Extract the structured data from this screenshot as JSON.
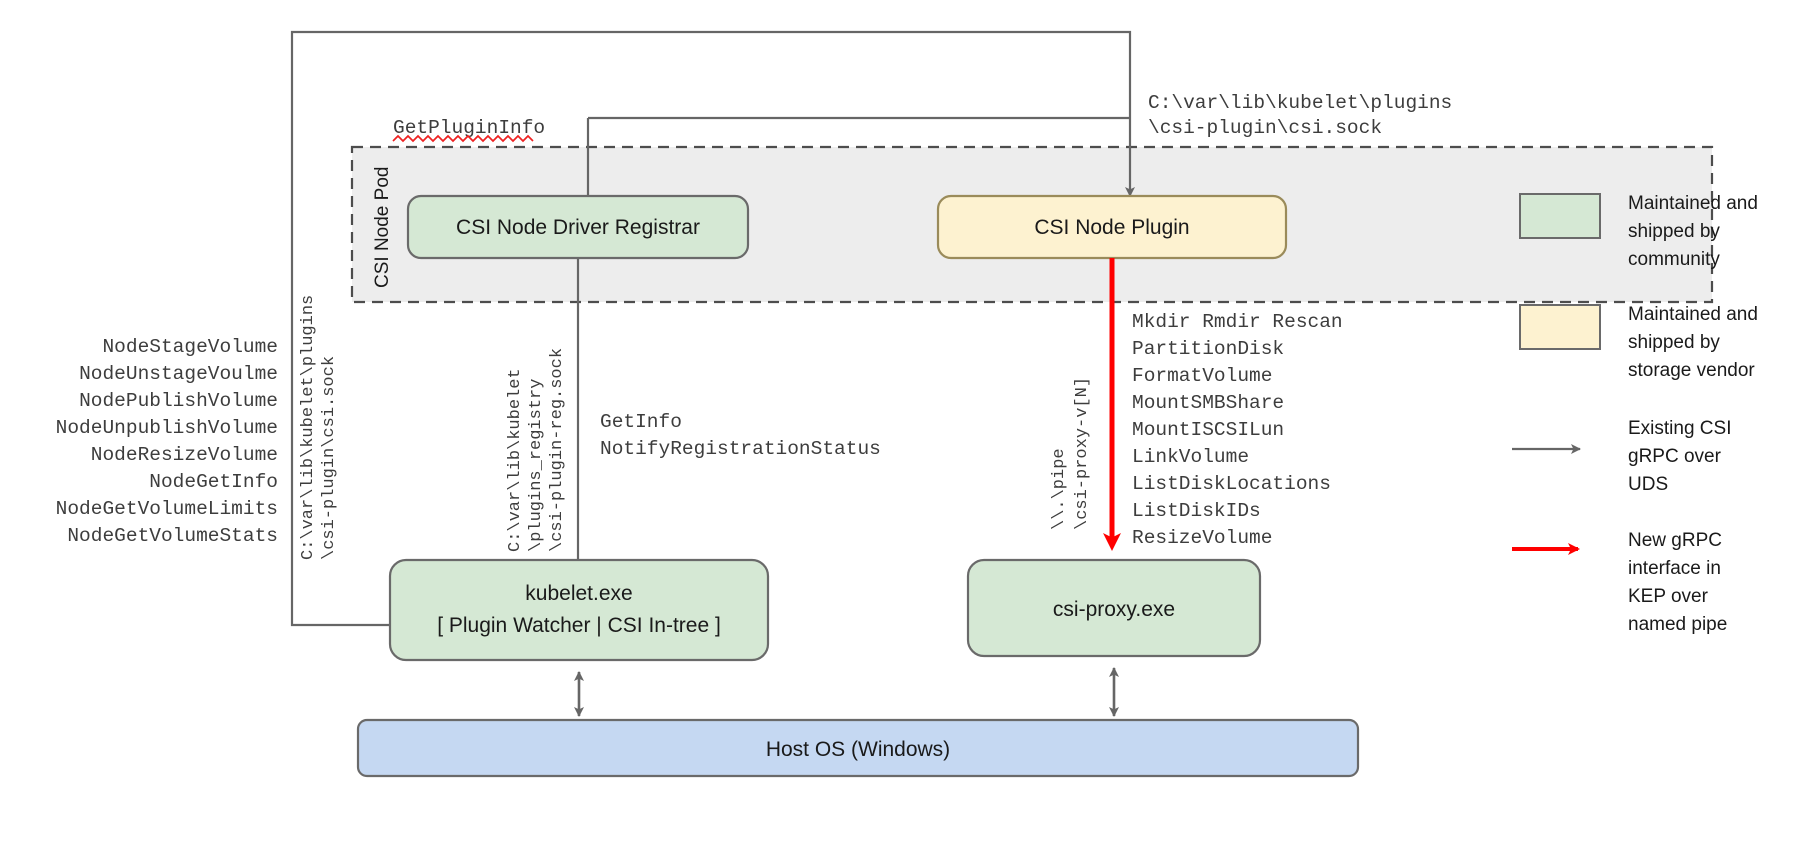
{
  "diagram": {
    "title": "CSI Proxy Windows node architecture",
    "pod": {
      "label": "CSI Node Pod",
      "boxes": [
        {
          "id": "csi-node-driver-registrar",
          "label": "CSI Node Driver Registrar",
          "fill": "#d5e8d4",
          "stroke": "#666666"
        },
        {
          "id": "csi-node-plugin",
          "label": "CSI Node Plugin",
          "fill": "#fdf2d0",
          "stroke": "#9a8b5a"
        }
      ]
    },
    "host_boxes": [
      {
        "id": "kubelet",
        "line1": "kubelet.exe",
        "line2": "[ Plugin Watcher | CSI In-tree ]",
        "fill": "#d5e8d4",
        "stroke": "#666666"
      },
      {
        "id": "csi-proxy",
        "line1": "csi-proxy.exe",
        "line2": "",
        "fill": "#d5e8d4",
        "stroke": "#666666"
      }
    ],
    "host_os": {
      "label": "Host OS (Windows)",
      "fill": "#c5d8f2",
      "stroke": "#6a6a6a"
    },
    "labels": {
      "get_plugin_info": "GetPluginInfo",
      "plugin_socket_path": [
        "C:\\var\\lib\\kubelet\\plugins",
        "\\csi-plugin\\csi.sock"
      ],
      "registrar_calls": [
        "GetInfo",
        "NotifyRegistrationStatus"
      ]
    },
    "vertical_labels": {
      "kubelet_csi_sock": [
        "C:\\var\\lib\\kubelet\\plugins",
        "\\csi-plugin\\csi.sock"
      ],
      "plugins_registry_sock": [
        "C:\\var\\lib\\kubelet",
        "\\plugins_registry",
        "\\csi-plugin-reg.sock"
      ],
      "named_pipe": [
        "\\\\.\\pipe",
        "\\csi-proxy-v[N]"
      ]
    },
    "node_service_calls": [
      "NodeStageVolume",
      "NodeUnstageVoulme",
      "NodePublishVolume",
      "NodeUnpublishVolume",
      "NodeResizeVolume",
      "NodeGetInfo",
      "NodeGetVolumeLimits",
      "NodeGetVolumeStats"
    ],
    "proxy_api_calls": [
      "Mkdir Rmdir Rescan",
      "PartitionDisk",
      "FormatVolume",
      "MountSMBShare",
      "MountISCSILun",
      "LinkVolume",
      "ListDiskLocations",
      "ListDiskIDs",
      "ResizeVolume"
    ],
    "legend": [
      {
        "id": "legend-community",
        "kind": "swatch",
        "color": "#d5e8d4",
        "stroke": "#6a6a6a",
        "lines": [
          "Maintained and",
          "shipped by",
          "community"
        ]
      },
      {
        "id": "legend-vendor",
        "kind": "swatch",
        "color": "#fdf2d0",
        "stroke": "#6a6a6a",
        "lines": [
          "Maintained and",
          "shipped by",
          "storage vendor"
        ]
      },
      {
        "id": "legend-existing-grpc",
        "kind": "arrow",
        "color": "#666666",
        "lines": [
          "Existing CSI",
          "gRPC over",
          "UDS"
        ]
      },
      {
        "id": "legend-new-grpc",
        "kind": "arrow",
        "color": "#ff0000",
        "lines": [
          "New gRPC",
          "interface in",
          "KEP over",
          "named pipe"
        ]
      }
    ],
    "colors": {
      "community_green": "#d5e8d4",
      "vendor_yellow": "#fdf2d0",
      "host_os_blue": "#c5d8f2",
      "pod_gray": "#ededed",
      "line_gray": "#666666",
      "new_interface_red": "#ff0000",
      "spellcheck_red": "#ee2222"
    }
  }
}
